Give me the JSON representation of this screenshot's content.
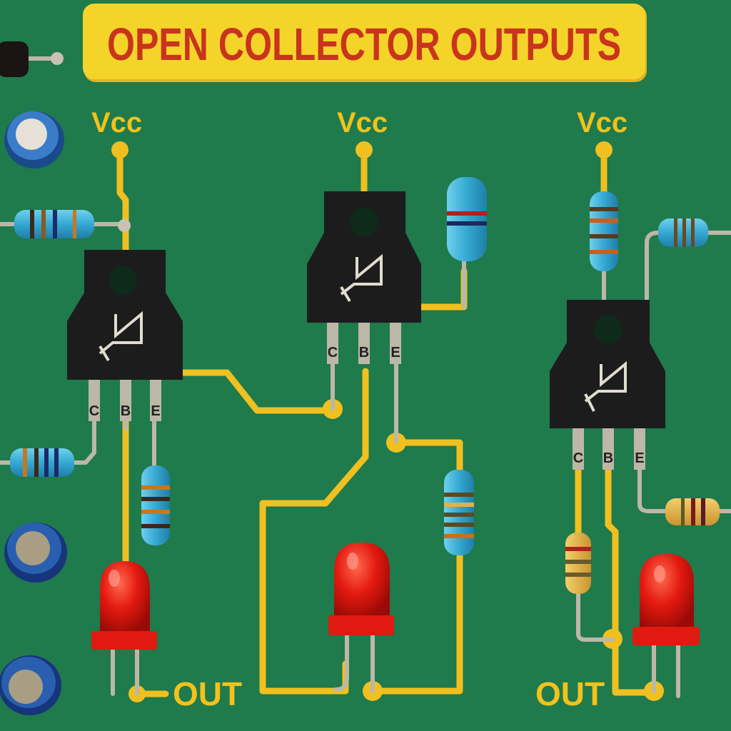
{
  "title": "OPEN COLLECTOR OUTPUTS",
  "vcc_labels": [
    "Vcc",
    "Vcc",
    "Vcc"
  ],
  "out_labels": [
    "OUT",
    "OUT"
  ],
  "transistors": [
    {
      "pins": [
        "C",
        "B",
        "E"
      ]
    },
    {
      "pins": [
        "C",
        "B",
        "E"
      ]
    },
    {
      "pins": [
        "C",
        "B",
        "E"
      ]
    }
  ],
  "colors": {
    "board": "#1f7a4c",
    "trace": "#f0c020",
    "title_bg": "#f5d42a",
    "title_text": "#c8341c",
    "led": "#e01a10",
    "transistor": "#1c1c1c",
    "resistor_blue": "#3ab0d8",
    "resistor_tan": "#e0b040"
  }
}
